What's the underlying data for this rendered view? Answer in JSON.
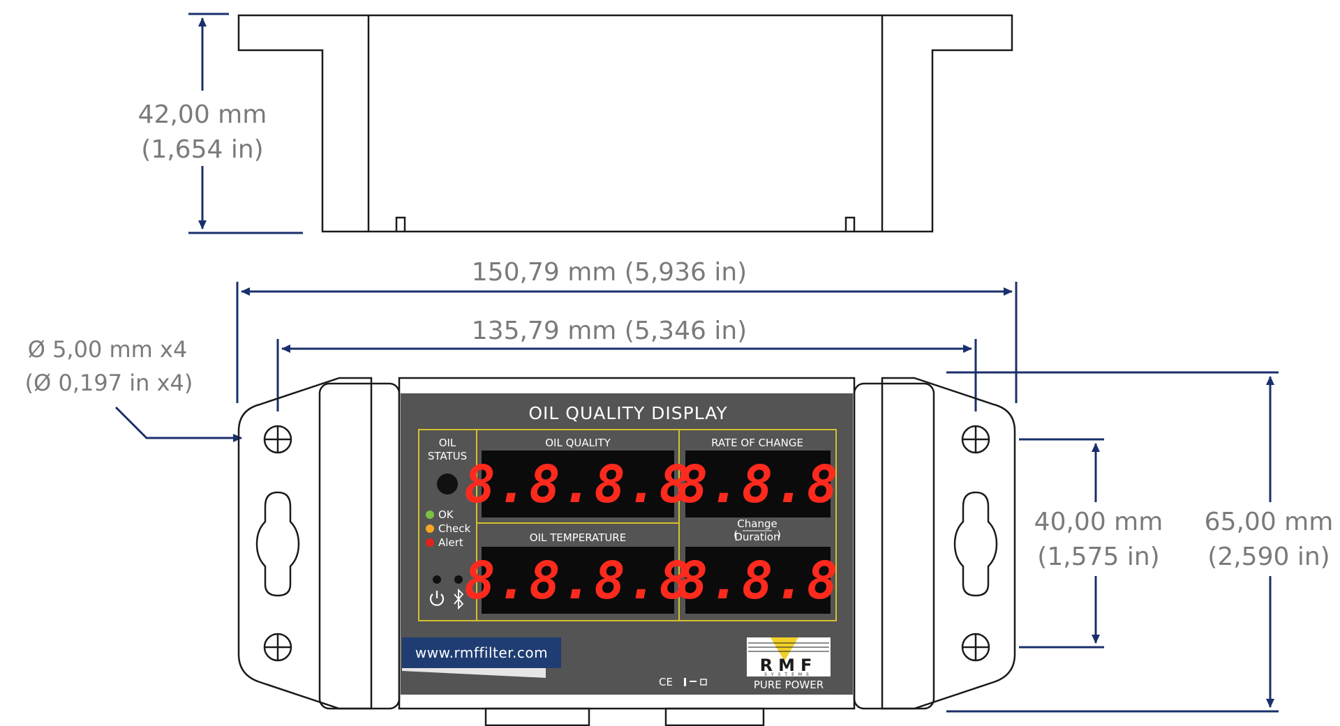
{
  "dimensions": {
    "height_mm": "42,00 mm",
    "height_in": "(1,654 in)",
    "overall_width": "150,79 mm (5,936 in)",
    "hole_spacing_width": "135,79 mm (5,346 in)",
    "hole_diameter_mm": "Ø 5,00 mm x4",
    "hole_diameter_in": "(Ø 0,197 in x4)",
    "hole_spacing_height_mm": "40,00 mm",
    "hole_spacing_height_in": "(1,575 in)",
    "overall_height_mm": "65,00 mm",
    "overall_height_in": "(2,590 in)"
  },
  "panel": {
    "title": "OIL QUALITY DISPLAY",
    "oil_status_line1": "OIL",
    "oil_status_line2": "STATUS",
    "oil_quality_label": "OIL QUALITY",
    "rate_of_change_label": "RATE OF CHANGE",
    "oil_temperature_label": "OIL TEMPERATURE",
    "change_label": "Change",
    "duration_label": "Duration",
    "display_oil_quality": "8.8.8.8",
    "display_rate_of_change": "8.8.8",
    "display_oil_temperature": "8.8.8.8",
    "display_duration": "8.8.8",
    "status_ok": "OK",
    "status_check": "Check",
    "status_alert": "Alert",
    "url": "www.rmffilter.com",
    "brand": "RMF",
    "brand_sub": "SYSTEMS",
    "tagline": "PURE POWER",
    "ce_mark": "CE"
  },
  "colors": {
    "status_ok": "#7cc242",
    "status_check": "#f5a623",
    "status_alert": "#e0231b",
    "panel_bg": "#545454",
    "frame_gold": "#d7c02e",
    "url_bg": "#1f3d73",
    "dimension_arrow": "#1a2f6b",
    "led_segments": "#ff2a1e",
    "logo_yellow": "#f3d12a"
  },
  "icons": {
    "power": "power-icon",
    "bluetooth": "bluetooth-icon",
    "mounting_hole": "crosshair-hole-icon"
  }
}
